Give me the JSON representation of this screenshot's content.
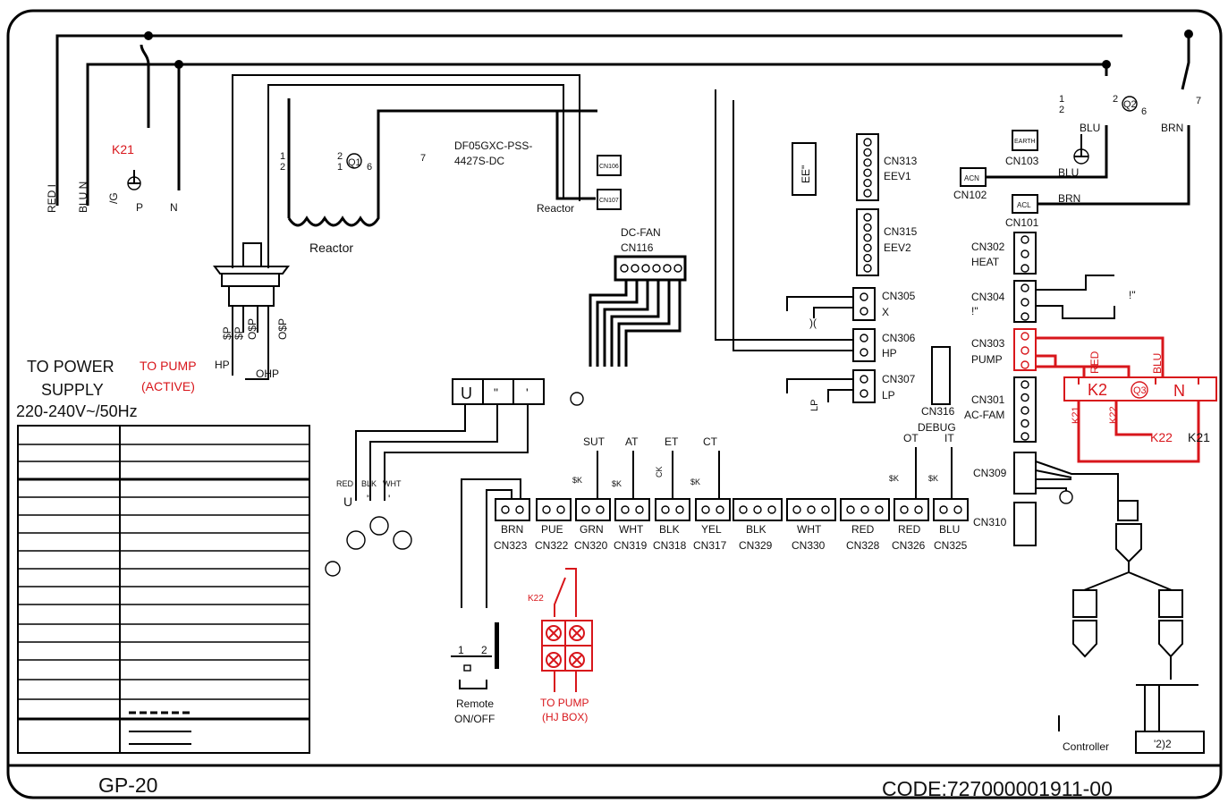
{
  "labels": {
    "k21_top": "K21",
    "red_i": "RED I",
    "blu_n": "BLU N",
    "slash_g": "/G",
    "p": "P",
    "n": "N",
    "digit_1": "1",
    "digit_2": "2",
    "reactor_label": "Reactor",
    "reactor_small": "Reactor",
    "df_model_1": "DF05GXC-PSS-",
    "df_model_2": "4427S-DC",
    "q1": "Q1",
    "q2": "Q2",
    "q3": "Q3",
    "dcfan": "DC-FAN",
    "cn116": "CN116",
    "cn106": "CN106",
    "cn107": "CN107",
    "ee": "EE\"",
    "cn313": "CN313",
    "eev1": "EEV1",
    "cn315": "CN315",
    "eev2": "EEV2",
    "cn305": "CN305",
    "x": "X",
    "paren": ")(",
    "cn306": "CN306",
    "hp": "HP",
    "cn307": "CN307",
    "lp": "LP",
    "cn316": "CN316",
    "debug": "DEBUG",
    "earth": "EARTH",
    "cn103": "CN103",
    "acn": "ACN",
    "cn102": "CN102",
    "acl": "ACL",
    "cn101": "CN101",
    "blu": "BLU",
    "brn": "BRN",
    "cn302": "CN302",
    "heat": "HEAT",
    "cn304": "CN304",
    "bang": "!\"",
    "cn303": "CN303",
    "pump": "PUMP",
    "cn301": "CN301",
    "acfam": "AC-FAM",
    "red": "RED",
    "k2": "K2",
    "k21": "K21",
    "k22": "K22",
    "cn309": "CN309",
    "cn310": "CN310",
    "controller": "Controller",
    "two_two": "'2)2",
    "to_power_1": "TO POWER",
    "to_power_2": "SUPPLY",
    "to_power_3": "220-240V~/50Hz",
    "to_pump_active_1": "TO PUMP",
    "to_pump_active_2": "(ACTIVE)",
    "ohp": "OHP",
    "sp": "$P",
    "osp": "O$P",
    "u": "U",
    "quote": "\"",
    "tick": "'",
    "blk": "BLK",
    "wht": "WHT",
    "sut": "SUT",
    "at": "AT",
    "et": "ET",
    "ct": "CT",
    "ot": "OT",
    "it": "IT",
    "sk": "$K",
    "ck": "CK",
    "brn_conn": "BRN",
    "pue": "PUE",
    "grn": "GRN",
    "yel": "YEL",
    "cn323": "CN323",
    "cn322": "CN322",
    "cn320": "CN320",
    "cn319": "CN319",
    "cn318": "CN318",
    "cn317": "CN317",
    "cn329": "CN329",
    "cn330": "CN330",
    "cn328": "CN328",
    "cn326": "CN326",
    "cn325": "CN325",
    "remote_1": "Remote",
    "remote_2": "ON/OFF",
    "to_pump_hj_1": "TO PUMP",
    "to_pump_hj_2": "(HJ BOX)",
    "gp20": "GP-20",
    "code": "CODE:727000001911-00",
    "seven": "7",
    "six": "6"
  },
  "colors": {
    "wire": "#000000",
    "pump_circuit": "#d8161b",
    "background": "#ffffff"
  }
}
